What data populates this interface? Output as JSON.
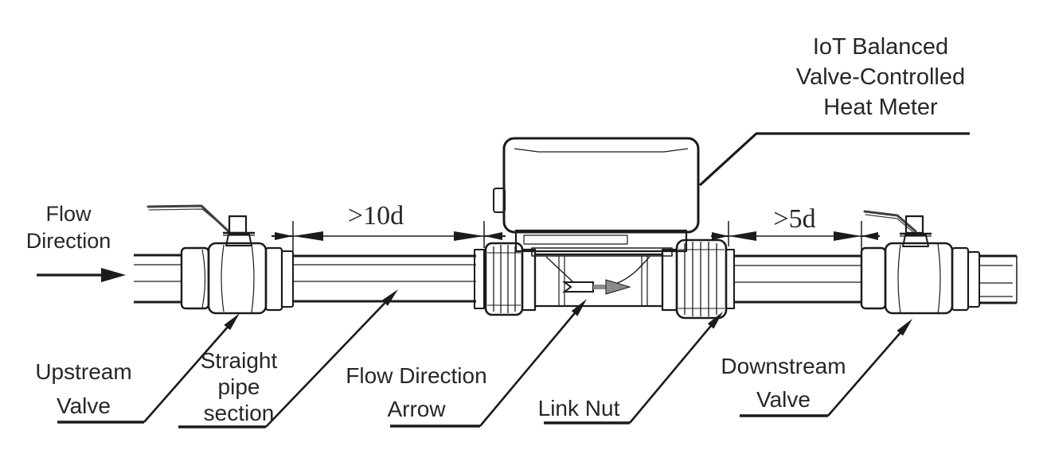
{
  "colors": {
    "background": "#ffffff",
    "line": "#1b1b1b",
    "text": "#26262b",
    "handle": "#3f3f3f",
    "arrow_fill": "#8c8c8c"
  },
  "title": {
    "lines": [
      "IoT Balanced",
      "Valve-Controlled",
      "Heat Meter"
    ]
  },
  "flow_direction": {
    "lines": [
      "Flow",
      "Direction"
    ]
  },
  "dimensions": {
    "upstream": ">10d",
    "downstream": ">5d"
  },
  "component_labels": {
    "upstream_valve": {
      "lines": [
        "Upstream",
        "Valve"
      ]
    },
    "straight_pipe": {
      "lines": [
        "Straight",
        "pipe",
        "section"
      ]
    },
    "flow_arrow": {
      "lines": [
        "Flow Direction",
        "Arrow"
      ]
    },
    "link_nut": {
      "lines": [
        "Link Nut"
      ]
    },
    "downstream_valve": {
      "lines": [
        "Downstream",
        "Valve"
      ]
    }
  }
}
